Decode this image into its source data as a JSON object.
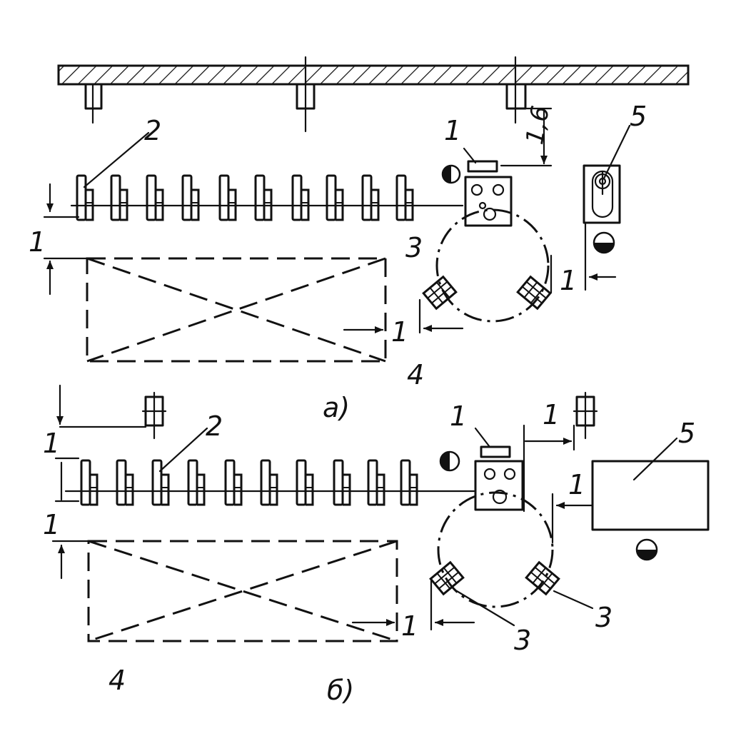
{
  "diagram_a": {
    "caption": "а)",
    "labels": {
      "column_distance": "1,6",
      "machine": "1",
      "rack": "2",
      "conveyor": "3",
      "storage": "4",
      "tool": "5",
      "gap_rack_storage": "1",
      "gap_storage_conveyor": "1",
      "gap_conveyor_tool": "1"
    }
  },
  "diagram_b": {
    "caption": "б)",
    "labels": {
      "machine": "1",
      "rack": "2",
      "conveyor_left": "3",
      "conveyor_right": "3",
      "storage": "4",
      "tool": "5",
      "gap_machine_column": "1",
      "gap_machine_tool": "1",
      "gap_column_rack": "1",
      "gap_rack_storage": "1",
      "gap_storage_conveyor": "1"
    }
  }
}
